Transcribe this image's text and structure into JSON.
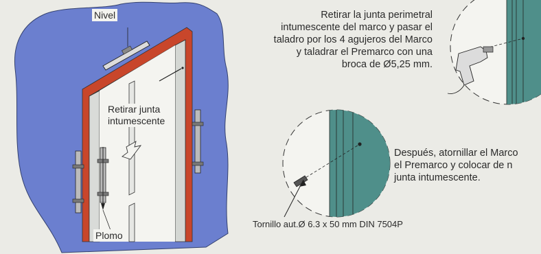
{
  "labels": {
    "nivel": "Nivel",
    "retirar_junta_1": "Retirar junta",
    "retirar_junta_2": "intumescente",
    "plomo": "Plomo",
    "tornillo": "Tornillo aut.Ø 6.3 x 50 mm  DIN 7504P"
  },
  "steps": {
    "step1": [
      "Retirar la junta perimetral",
      "intumescente del marco y pasar el",
      "taladro por los 4 agujeros del Marco",
      "y taladrar el Premarco con una",
      "broca de Ø5,25 mm."
    ],
    "step2": [
      "Después, atornillar el Marco",
      "el Premarco y colocar de n",
      "junta intumescente."
    ]
  },
  "colors": {
    "wall_blue": "#6b7fcf",
    "panel_teal": "#4f8f8a",
    "frame_red": "#c8462b",
    "frame_grey": "#d9dbd8",
    "background": "#ebebe6"
  }
}
